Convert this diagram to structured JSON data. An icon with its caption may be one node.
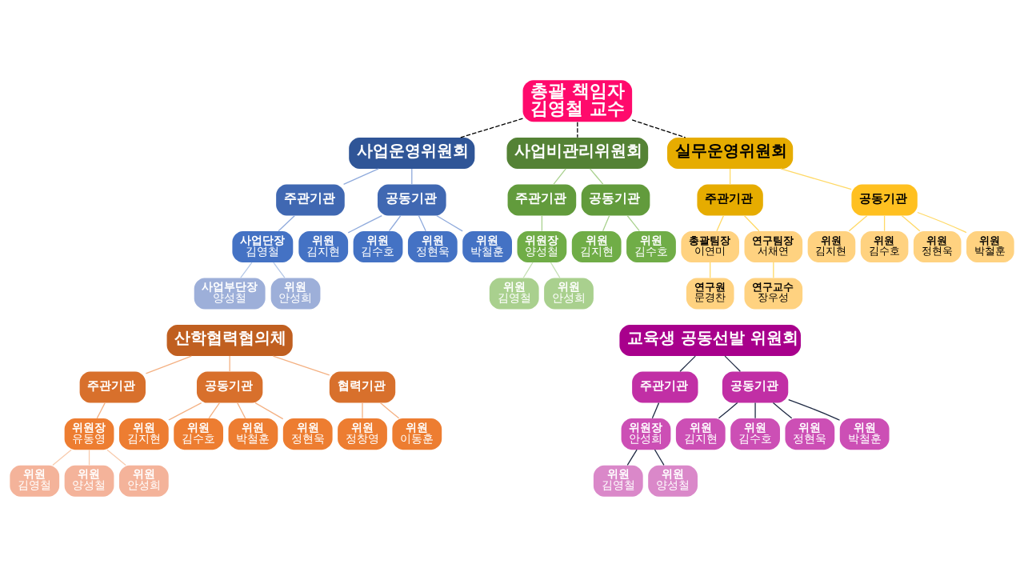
{
  "diagram": {
    "nodes": [
      {
        "text": [
          "총괄 책임자",
          "김영철 교수"
        ]
      },
      {
        "text": [
          "사업운영위원회"
        ]
      },
      {
        "text": [
          "주관기관"
        ]
      },
      {
        "text": [
          "공동기관"
        ]
      },
      {
        "text": [
          "사업단장",
          "김영철"
        ]
      },
      {
        "text": [
          "위원",
          "김지현"
        ]
      },
      {
        "text": [
          "위원",
          "김수호"
        ]
      },
      {
        "text": [
          "위원",
          "정현욱"
        ]
      },
      {
        "text": [
          "위원",
          "박철훈"
        ]
      },
      {
        "text": [
          "사업부단장",
          "양성철"
        ]
      },
      {
        "text": [
          "위원",
          "안성희"
        ]
      },
      {
        "text": [
          "사업비관리위원회"
        ]
      },
      {
        "text": [
          "주관기관"
        ]
      },
      {
        "text": [
          "공동기관"
        ]
      },
      {
        "text": [
          "위원장",
          "양성철"
        ]
      },
      {
        "text": [
          "위원",
          "김지현"
        ]
      },
      {
        "text": [
          "위원",
          "김수호"
        ]
      },
      {
        "text": [
          "위원",
          "김영철"
        ]
      },
      {
        "text": [
          "위원",
          "안성희"
        ]
      },
      {
        "text": [
          "실무운영위원회"
        ]
      },
      {
        "text": [
          "주관기관"
        ]
      },
      {
        "text": [
          "공동기관"
        ]
      },
      {
        "text": [
          "총괄팀장",
          "이연미"
        ]
      },
      {
        "text": [
          "연구팀장",
          "서채연"
        ]
      },
      {
        "text": [
          "위원",
          "김지현"
        ]
      },
      {
        "text": [
          "위원",
          "김수호"
        ]
      },
      {
        "text": [
          "위원",
          "정현욱"
        ]
      },
      {
        "text": [
          "위원",
          "박철훈"
        ]
      },
      {
        "text": [
          "연구원",
          "문경찬"
        ]
      },
      {
        "text": [
          "연구교수",
          "장우성"
        ]
      },
      {
        "text": [
          "산학협력협의체"
        ]
      },
      {
        "text": [
          "주관기관"
        ]
      },
      {
        "text": [
          "공동기관"
        ]
      },
      {
        "text": [
          "협력기관"
        ]
      },
      {
        "text": [
          "위원장",
          "유동영"
        ]
      },
      {
        "text": [
          "위원",
          "김지현"
        ]
      },
      {
        "text": [
          "위원",
          "김수호"
        ]
      },
      {
        "text": [
          "위원",
          "박철훈"
        ]
      },
      {
        "text": [
          "위원",
          "정현욱"
        ]
      },
      {
        "text": [
          "위원",
          "정창영"
        ]
      },
      {
        "text": [
          "위원",
          "이동훈"
        ]
      },
      {
        "text": [
          "위원",
          "김영철"
        ]
      },
      {
        "text": [
          "위원",
          "양성철"
        ]
      },
      {
        "text": [
          "위원",
          "안성희"
        ]
      },
      {
        "text": [
          "교육생 공동선발 위원회"
        ]
      },
      {
        "text": [
          "주관기관"
        ]
      },
      {
        "text": [
          "공동기관"
        ]
      },
      {
        "text": [
          "위원장",
          "안성희"
        ]
      },
      {
        "text": [
          "위원",
          "김지현"
        ]
      },
      {
        "text": [
          "위원",
          "김수호"
        ]
      },
      {
        "text": [
          "위원",
          "정현욱"
        ]
      },
      {
        "text": [
          "위원",
          "박철훈"
        ]
      },
      {
        "text": [
          "위원",
          "김영철"
        ]
      },
      {
        "text": [
          "위원",
          "양성철"
        ]
      }
    ],
    "edges": [
      {
        "from": 0,
        "to": 1,
        "arrow": "none",
        "style": "dashed",
        "color": "#000000"
      },
      {
        "from": 0,
        "to": 11,
        "arrow": "none",
        "style": "dashed",
        "color": "#000000"
      },
      {
        "from": 0,
        "to": 19,
        "arrow": "none",
        "style": "dashed",
        "color": "#000000"
      },
      {
        "from": 1,
        "to": 2,
        "arrow": "none",
        "color": "#8faadc"
      },
      {
        "from": 1,
        "to": 3,
        "arrow": "none",
        "color": "#8faadc"
      },
      {
        "from": 2,
        "to": 4,
        "arrow": "none",
        "color": "#8faadc"
      },
      {
        "from": 3,
        "to": 5,
        "arrow": "none",
        "color": "#8faadc"
      },
      {
        "from": 3,
        "to": 6,
        "arrow": "none",
        "color": "#8faadc"
      },
      {
        "from": 3,
        "to": 7,
        "arrow": "none",
        "color": "#8faadc"
      },
      {
        "from": 3,
        "to": 8,
        "arrow": "none",
        "color": "#8faadc"
      },
      {
        "from": 4,
        "to": 9,
        "arrow": "none",
        "color": "#b4c7e7"
      },
      {
        "from": 4,
        "to": 10,
        "arrow": "none",
        "color": "#b4c7e7"
      },
      {
        "from": 11,
        "to": 12,
        "arrow": "none",
        "color": "#a9d18e"
      },
      {
        "from": 11,
        "to": 13,
        "arrow": "none",
        "color": "#a9d18e"
      },
      {
        "from": 12,
        "to": 14,
        "arrow": "none",
        "color": "#a9d18e"
      },
      {
        "from": 13,
        "to": 15,
        "arrow": "none",
        "color": "#a9d18e"
      },
      {
        "from": 13,
        "to": 16,
        "arrow": "none",
        "color": "#a9d18e"
      },
      {
        "from": 14,
        "to": 17,
        "arrow": "none",
        "color": "#c5e0b4"
      },
      {
        "from": 14,
        "to": 18,
        "arrow": "none",
        "color": "#c5e0b4"
      },
      {
        "from": 19,
        "to": 20,
        "arrow": "none",
        "color": "#ffd966"
      },
      {
        "from": 19,
        "to": 21,
        "arrow": "none",
        "color": "#ffd966"
      },
      {
        "from": 20,
        "to": 22,
        "arrow": "none",
        "color": "#ffd966"
      },
      {
        "from": 20,
        "to": 23,
        "arrow": "none",
        "color": "#ffd966"
      },
      {
        "from": 21,
        "to": 24,
        "arrow": "none",
        "color": "#ffd966"
      },
      {
        "from": 21,
        "to": 25,
        "arrow": "none",
        "color": "#ffd966"
      },
      {
        "from": 21,
        "to": 26,
        "arrow": "none",
        "color": "#ffd966"
      },
      {
        "from": 21,
        "to": 27,
        "arrow": "none",
        "color": "#ffd966"
      },
      {
        "from": 22,
        "to": 28,
        "arrow": "none",
        "color": "#ffd966"
      },
      {
        "from": 23,
        "to": 29,
        "arrow": "none",
        "color": "#ffd966"
      },
      {
        "from": 30,
        "to": 31,
        "arrow": "none",
        "color": "#f4b183"
      },
      {
        "from": 30,
        "to": 32,
        "arrow": "none",
        "color": "#f4b183"
      },
      {
        "from": 30,
        "to": 33,
        "arrow": "none",
        "color": "#f4b183"
      },
      {
        "from": 31,
        "to": 34,
        "arrow": "none",
        "color": "#f4b183"
      },
      {
        "from": 32,
        "to": 35,
        "arrow": "none",
        "color": "#f4b183"
      },
      {
        "from": 32,
        "to": 36,
        "arrow": "none",
        "color": "#f4b183"
      },
      {
        "from": 32,
        "to": 37,
        "arrow": "none",
        "color": "#f4b183"
      },
      {
        "from": 32,
        "to": 38,
        "arrow": "none",
        "color": "#f4b183"
      },
      {
        "from": 33,
        "to": 39,
        "arrow": "none",
        "color": "#f4b183"
      },
      {
        "from": 33,
        "to": 40,
        "arrow": "none",
        "color": "#f4b183"
      },
      {
        "from": 34,
        "to": 41,
        "arrow": "none",
        "color": "#f8cbad"
      },
      {
        "from": 34,
        "to": 42,
        "arrow": "none",
        "color": "#f8cbad"
      },
      {
        "from": 34,
        "to": 43,
        "arrow": "none",
        "color": "#f8cbad"
      },
      {
        "from": 44,
        "to": 45,
        "arrow": "none",
        "color": "#1f2a44"
      },
      {
        "from": 44,
        "to": 46,
        "arrow": "none",
        "color": "#1f2a44"
      },
      {
        "from": 45,
        "to": 47,
        "arrow": "none",
        "color": "#1f2a44"
      },
      {
        "from": 46,
        "to": 48,
        "arrow": "none",
        "color": "#1f2a44"
      },
      {
        "from": 46,
        "to": 49,
        "arrow": "none",
        "color": "#1f2a44"
      },
      {
        "from": 46,
        "to": 50,
        "arrow": "none",
        "color": "#1f2a44"
      },
      {
        "from": 46,
        "to": 51,
        "arrow": "none",
        "color": "#1f2a44"
      },
      {
        "from": 47,
        "to": 52,
        "arrow": "none",
        "color": "#1f2a44"
      },
      {
        "from": 47,
        "to": 53,
        "arrow": "none",
        "color": "#1f2a44"
      }
    ]
  }
}
